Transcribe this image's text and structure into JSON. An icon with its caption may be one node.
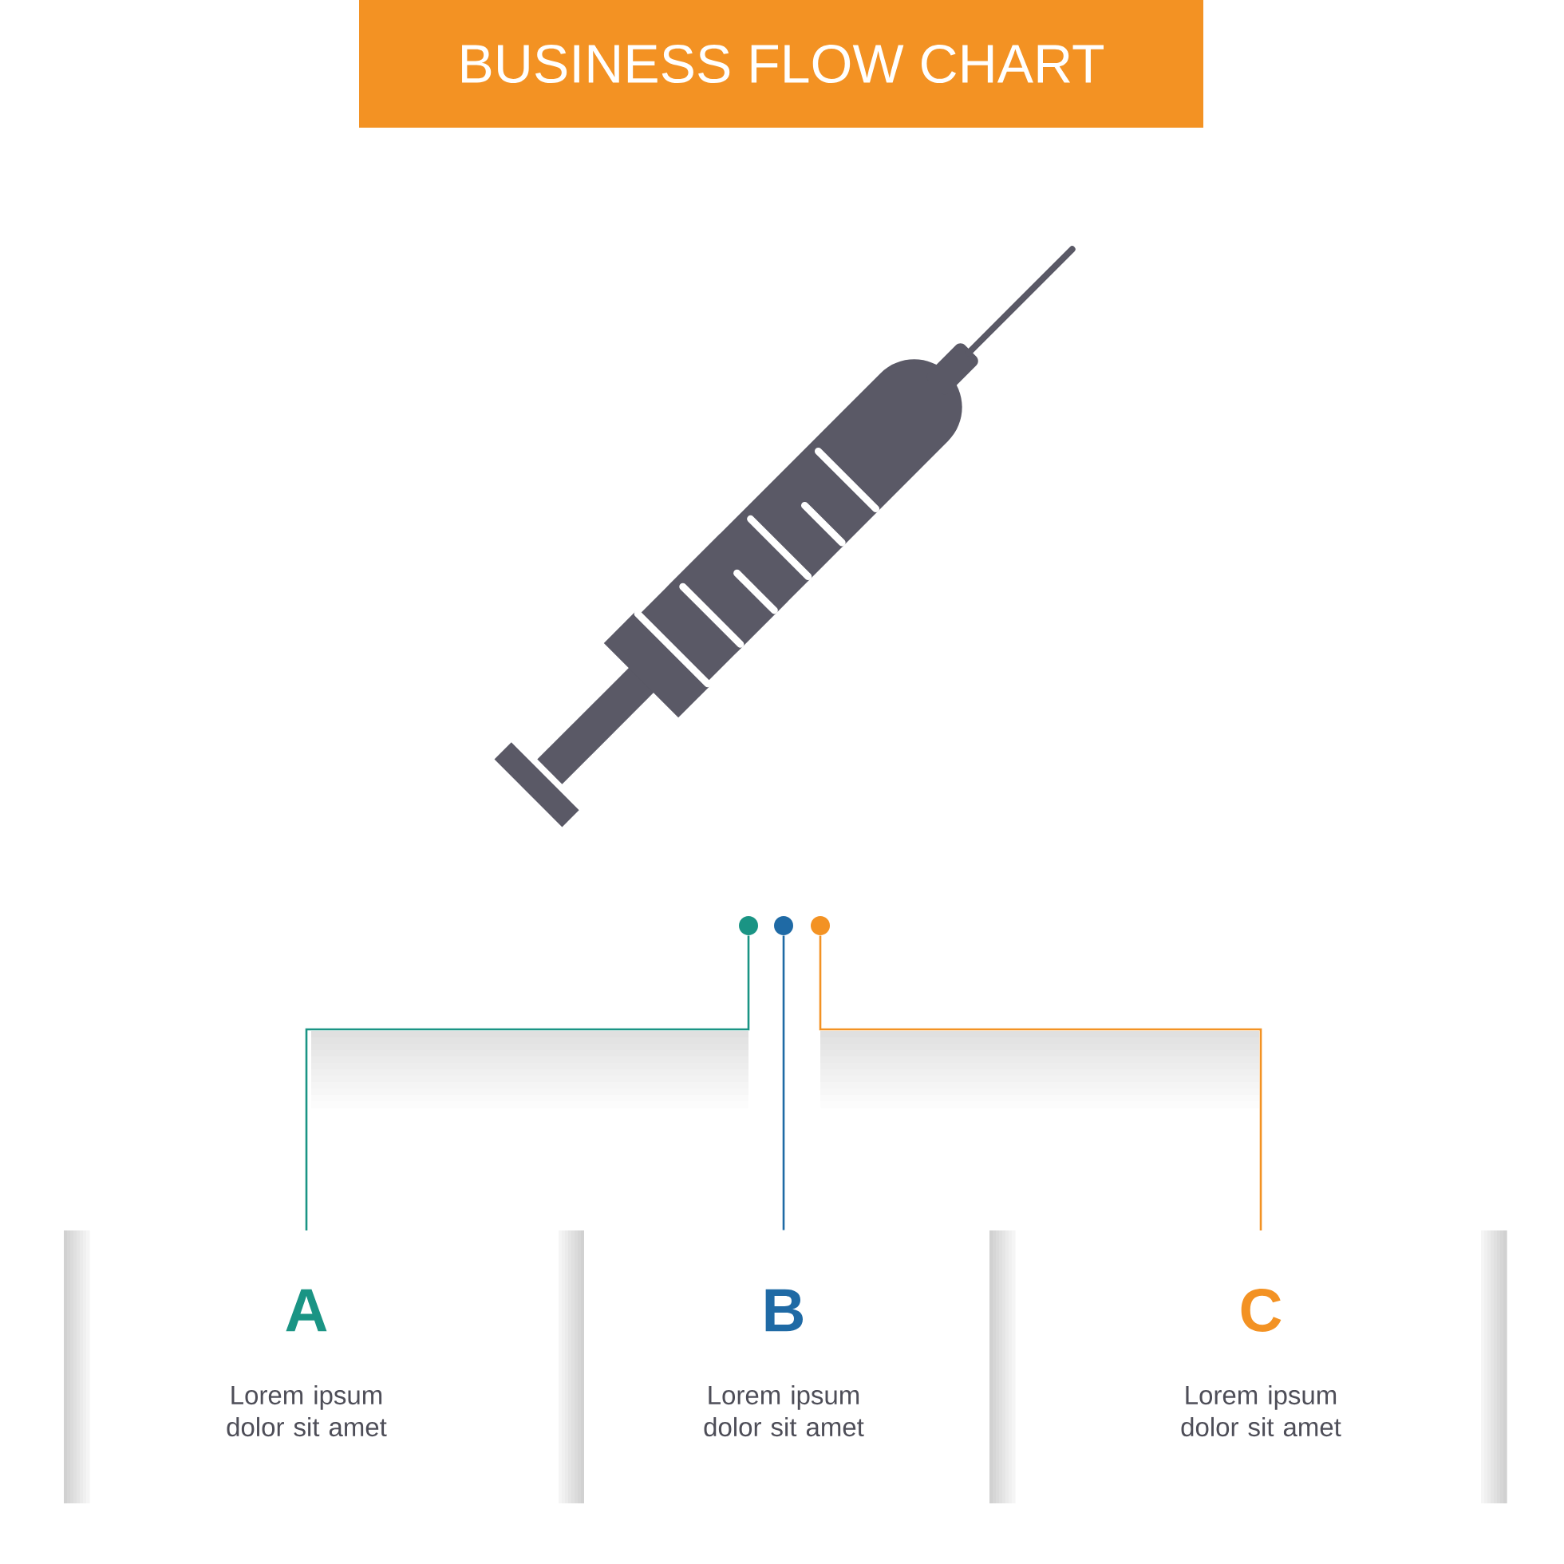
{
  "diagram": {
    "title": "BUSINESS FLOW CHART",
    "nodes": [
      {
        "text": [],
        "shape": "circle"
      },
      {
        "text": [],
        "shape": "circle"
      },
      {
        "text": [],
        "shape": "circle"
      },
      {
        "text": [
          "A",
          "Lorem ipsum dolor sit amet"
        ]
      },
      {
        "text": [
          "B",
          "Lorem ipsum dolor sit amet"
        ]
      },
      {
        "text": [
          "C",
          "Lorem ipsum dolor sit amet"
        ]
      }
    ],
    "edges": [
      {
        "from": 0,
        "to": 3,
        "arrow": "none",
        "color": "#1a9484"
      },
      {
        "from": 1,
        "to": 4,
        "arrow": "none",
        "color": "#1f6aa5"
      },
      {
        "from": 2,
        "to": 5,
        "arrow": "none",
        "color": "#f39223"
      }
    ]
  }
}
